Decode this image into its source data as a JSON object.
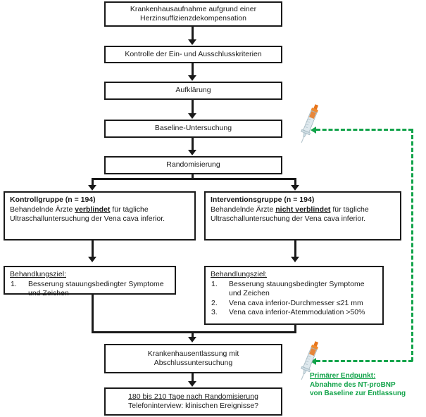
{
  "diagram": {
    "title": "Studienablauf Flussdiagramm",
    "accent_green": "#12a34a",
    "line_color": "#1a1a1a",
    "nodes": {
      "admission": {
        "line1": "Krankenhausaufnahme aufgrund einer",
        "line2": "Herzinsuffizienzdekompensation"
      },
      "criteria": {
        "line1": "Kontrolle der Ein- und Ausschlusskriterien"
      },
      "consent": {
        "line1": "Aufklärung"
      },
      "baseline": {
        "line1": "Baseline-Untersuchung"
      },
      "randomisation": {
        "line1": "Randomisierung"
      },
      "control_group": {
        "title": "Kontrollgruppe (n = 194)",
        "text_a": "Behandelnde Ärzte ",
        "emph": "verblindet",
        "text_b": " für tägliche Ultraschalluntersuchung der Vena cava inferior."
      },
      "intervention_group": {
        "title": "Interventionsgruppe (n = 194)",
        "text_a": "Behandelnde Ärzte ",
        "emph": "nicht verblindet",
        "text_b": " für tägliche Ultraschalluntersuchung der Vena cava inferior."
      },
      "goal_control": {
        "heading": "Behandlungsziel:",
        "items": [
          {
            "num": "1.",
            "text": "Besserung stauungsbedingter Symptome und Zeichen"
          }
        ]
      },
      "goal_intervention": {
        "heading": "Behandlungsziel:",
        "items": [
          {
            "num": "1.",
            "text": "Besserung stauungsbedingter Symptome und Zeichen"
          },
          {
            "num": "2.",
            "text": "Vena cava inferior-Durchmesser ≤21 mm"
          },
          {
            "num": "3.",
            "text": "Vena cava inferior-Atemmodulation >50%"
          }
        ]
      },
      "discharge": {
        "line1": "Krankenhausentlassung mit",
        "line2": "Abschlussuntersuchung"
      },
      "followup": {
        "line1": "180 bis 210 Tage nach Randomisierung",
        "line2": "Telefoninterview: klinischen Ereignisse?"
      }
    },
    "annotation_primary_endpoint": {
      "heading": "Primärer Endpunkt:",
      "line2": "Abnahme des NT-proBNP",
      "line3": "von Baseline zur Entlassung"
    },
    "icons": {
      "syringe_top": "syringe-icon",
      "syringe_bottom": "syringe-icon"
    }
  }
}
